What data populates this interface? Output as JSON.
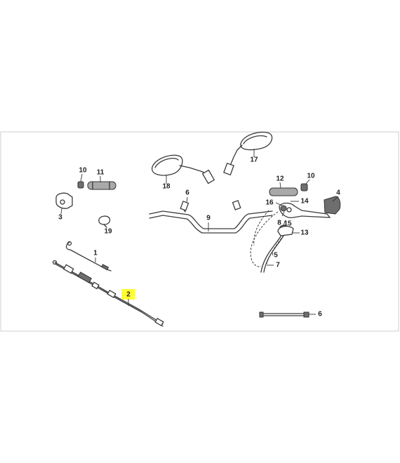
{
  "diagram": {
    "highlight_color": "#ffff33",
    "callouts": {
      "c1": "1",
      "c2": "2",
      "c3": "3",
      "c4": "4",
      "c5": "5",
      "c6a": "6",
      "c6b": "6",
      "c7": "7",
      "c8": "8",
      "c9": "9",
      "c10a": "10",
      "c10b": "10",
      "c11": "11",
      "c12": "12",
      "c13": "13",
      "c14": "14",
      "c15": "15",
      "c16": "16",
      "c17": "17",
      "c18": "18",
      "c19": "19"
    },
    "highlighted": "2"
  }
}
